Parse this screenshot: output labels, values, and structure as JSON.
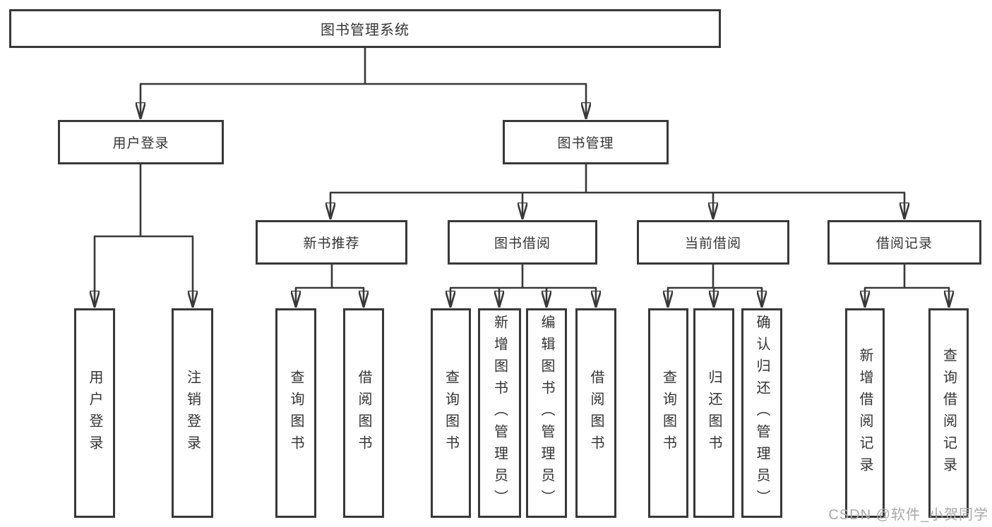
{
  "diagram": {
    "root": {
      "label": "图书管理系统"
    },
    "level1": [
      {
        "label": "用户登录"
      },
      {
        "label": "图书管理"
      }
    ],
    "level2": [
      {
        "label": "新书推荐"
      },
      {
        "label": "图书借阅"
      },
      {
        "label": "当前借阅"
      },
      {
        "label": "借阅记录"
      }
    ],
    "leaves": [
      {
        "label": "用户登录"
      },
      {
        "label": "注销登录"
      },
      {
        "label": "查询图书"
      },
      {
        "label": "借阅图书"
      },
      {
        "label": "查询图书"
      },
      {
        "label": "新增图书（管理员）"
      },
      {
        "label": "编辑图书（管理员）"
      },
      {
        "label": "借阅图书"
      },
      {
        "label": "查询图书"
      },
      {
        "label": "归还图书"
      },
      {
        "label": "确认归还（管理员）"
      },
      {
        "label": "新增借阅记录"
      },
      {
        "label": "查询借阅记录"
      }
    ]
  },
  "watermark": {
    "text": "CSDN @软件_小贺同学"
  },
  "colors": {
    "stroke": "#383838",
    "text": "#333333",
    "watermark": "#a8a8a8",
    "background": "#ffffff"
  }
}
